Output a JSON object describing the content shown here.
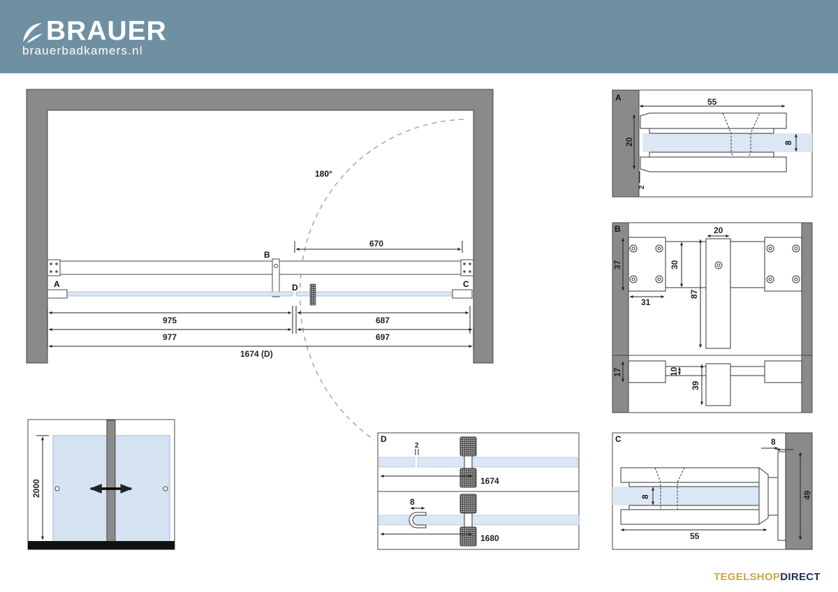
{
  "header": {
    "brand_name": "BRAUER",
    "brand_url": "brauerbadkamers.nl",
    "logo_icon": "brauer-logo-icon",
    "background_color": "#6f90a3"
  },
  "plan": {
    "angle_label": "180°",
    "point_labels": {
      "a": "A",
      "b": "B",
      "c": "C",
      "d": "D"
    },
    "dims": {
      "d670": "670",
      "d975": "975",
      "d687": "687",
      "d977": "977",
      "d697": "697",
      "d1674": "1674 (D)"
    }
  },
  "elevation": {
    "height": "2000"
  },
  "detail_a": {
    "label": "A",
    "d55": "55",
    "d20": "20",
    "d8": "8",
    "d2": "2"
  },
  "detail_b": {
    "label": "B",
    "d20": "20",
    "d37": "37",
    "d30": "30",
    "d87": "87",
    "d31": "31",
    "d17": "17",
    "d10": "10",
    "d39": "39"
  },
  "detail_c": {
    "label": "C",
    "d8_top": "8",
    "d8_side": "8",
    "d49": "49",
    "d55": "55"
  },
  "detail_d": {
    "label": "D",
    "d2": "2",
    "d1674": "1674",
    "d8": "8",
    "d1680": "1680"
  },
  "footer": {
    "brand_a": "TEGELSHOP",
    "brand_b": "DIRECT"
  },
  "colors": {
    "wall": "#8a8a8a",
    "glass": "#dbe7f5",
    "frame": "#ffffff"
  }
}
